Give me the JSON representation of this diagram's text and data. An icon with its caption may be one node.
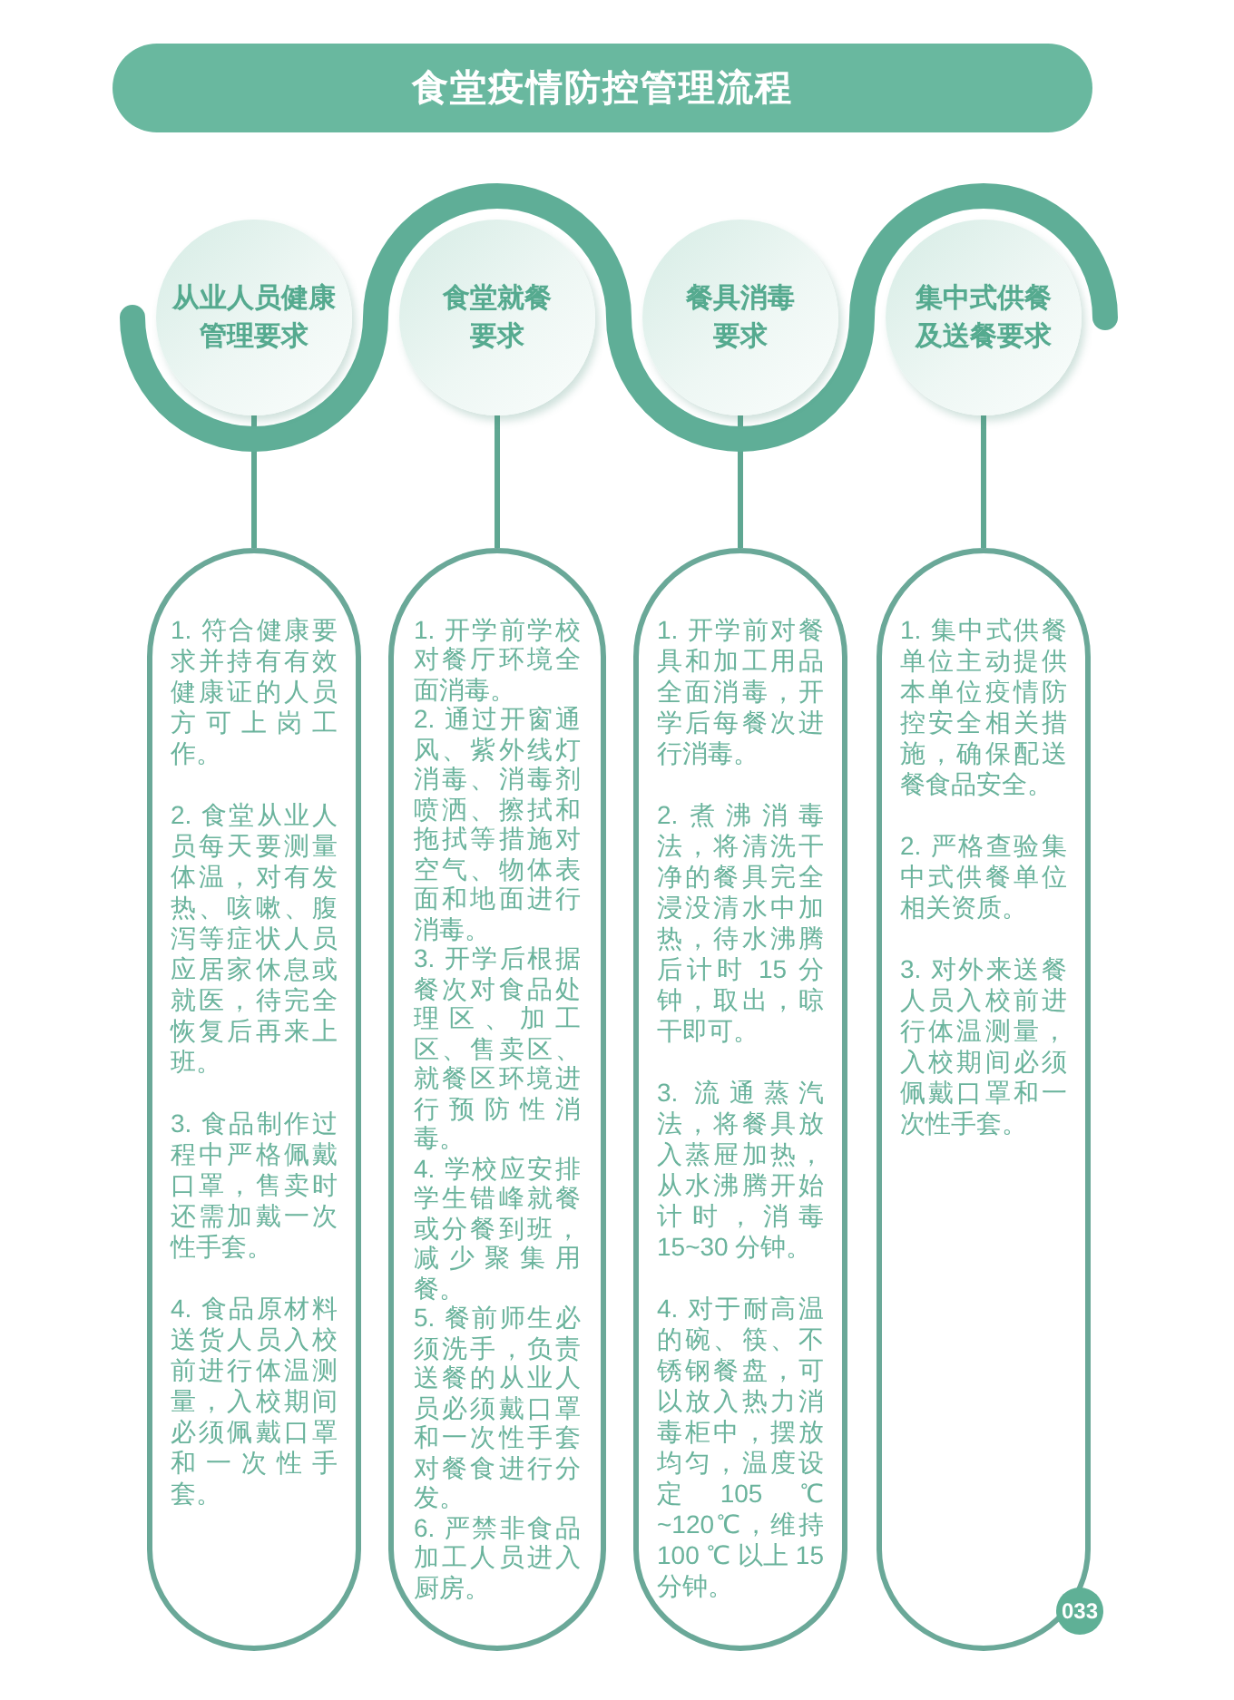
{
  "diagram": {
    "title": "食堂疫情防控管理流程",
    "nodes": [
      {
        "text": [
          "从业人员健康管理要求"
        ]
      },
      {
        "text": [
          "食堂就餐要求"
        ]
      },
      {
        "text": [
          "餐具消毒要求"
        ]
      },
      {
        "text": [
          "集中式供餐及送餐要求"
        ]
      },
      {
        "text": [
          "1. 符合健康要求并持有有效健康证的人员方可上岗工作。",
          "2. 食堂从业人员每天要测量体温，对有发热、咳嗽、腹泻等症状人员应居家休息或就医，待完全恢复后再来上班。",
          "3. 食品制作过程中严格佩戴口罩，售卖时还需加戴一次性手套。",
          "4. 食品原材料送货人员入校前进行体温测量，入校期间必须佩戴口罩和一次性手套。"
        ]
      },
      {
        "text": [
          "1. 开学前学校对餐厅环境全面消毒。",
          "2. 通过开窗通风、紫外线灯消毒、消毒剂喷洒、擦拭和拖拭等措施对空气、物体表面和地面进行消毒。",
          "3. 开学后根据餐次对食品处理区、加工区、售卖区、就餐区环境进行预防性消毒。",
          "4. 学校应安排学生错峰就餐或分餐到班，减少聚集用餐。",
          "5. 餐前师生必须洗手，负责送餐的从业人员必须戴口罩和一次性手套对餐食进行分发。",
          "6. 严禁非食品加工人员进入厨房。"
        ]
      },
      {
        "text": [
          "1. 开学前对餐具和加工用品全面消毒，开学后每餐次进行消毒。",
          "2.煮沸消毒法，将清洗干净的餐具完全浸没清水中加热，待水沸腾后计时 15 分钟，取出，晾干即可。",
          "3. 流通蒸汽法，将餐具放入蒸屉加热，从水沸腾开始计时，消毒15~30 分钟。",
          "4. 对于耐高温的碗、筷、不锈钢餐盘，可以放入热力消毒柜中，摆放均匀，温度设定105℃ ~120℃，维持 100 ℃ 以上 15 分钟。"
        ]
      },
      {
        "text": [
          "1. 集中式供餐单位主动提供本单位疫情防控安全相关措施，确保配送餐食品安全。",
          "2. 严格查验集中式供餐单位相关资质。",
          "3. 对外来送餐人员入校前进行体温测量，入校期间必须佩戴口罩和一次性手套。"
        ]
      },
      {
        "text": [
          "033"
        ]
      }
    ],
    "edges": [
      {
        "from": 0,
        "to": 4,
        "arrow": "none"
      },
      {
        "from": 1,
        "to": 5,
        "arrow": "none"
      },
      {
        "from": 2,
        "to": 6,
        "arrow": "none"
      },
      {
        "from": 3,
        "to": 7,
        "arrow": "none"
      }
    ]
  }
}
